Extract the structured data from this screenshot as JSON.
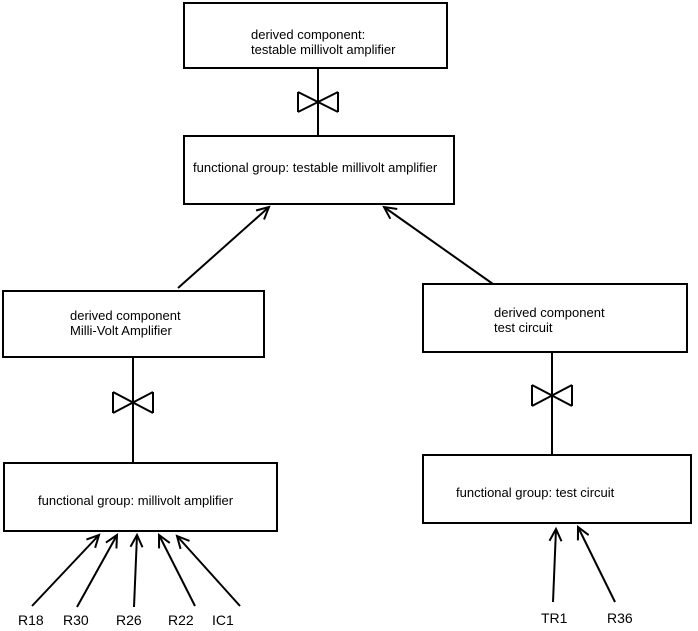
{
  "diagram": {
    "nodes": {
      "top_derived": {
        "line1": "derived component:",
        "line2": "testable millivolt amplifier"
      },
      "mid_functional": {
        "label": "functional group: testable millivolt amplifier"
      },
      "left_derived": {
        "line1": "derived component",
        "line2": "Milli-Volt Amplifier"
      },
      "left_functional": {
        "label": "functional group: millivolt amplifier"
      },
      "right_derived": {
        "line1": "derived component",
        "line2": "test circuit"
      },
      "right_functional": {
        "label": "functional group: test circuit"
      }
    },
    "left_leaves": [
      "R18",
      "R30",
      "R26",
      "R22",
      "IC1"
    ],
    "right_leaves": [
      "TR1",
      "R36"
    ],
    "colors": {
      "line": "#000000",
      "text": "#000000",
      "box_fill": "#ffffff",
      "background": "#ffffff"
    }
  }
}
